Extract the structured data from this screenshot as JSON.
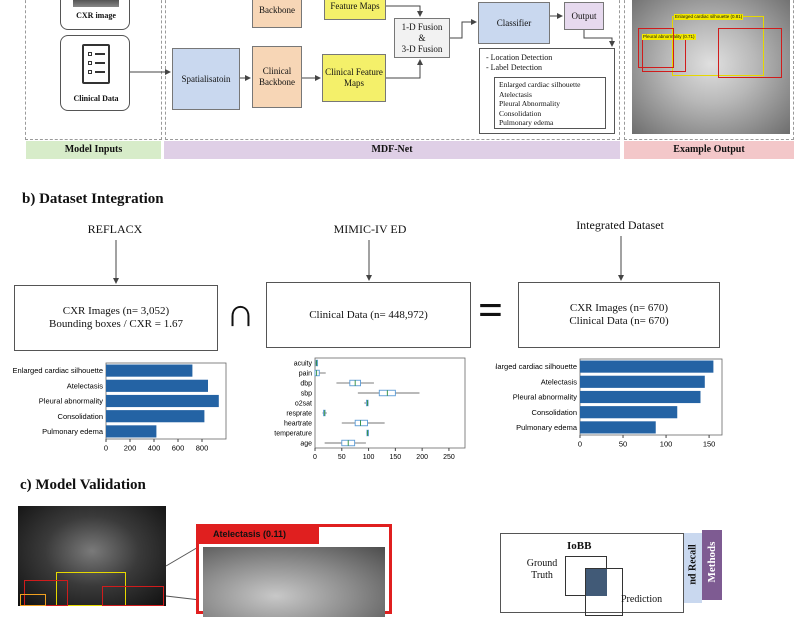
{
  "panel_a": {
    "cxr_image_label": "CXR image",
    "clinical_data_label": "Clinical Data",
    "backbone_top": "Backbone",
    "feature_maps_top": "Feature Maps",
    "spatialisation": "Spatialisatoin",
    "clinical_backbone": "Clinical Backbone",
    "clinical_feature_maps": "Clinical Feature Maps",
    "fusion_1d": "1-D Fusion",
    "fusion_and": "&",
    "fusion_3d": "3-D Fusion",
    "classifier": "Classifier",
    "output": "Output",
    "tasks": [
      "- Location Detection",
      "- Label Detection"
    ],
    "labels": [
      "Enlarged cardiac silhouette",
      "Atelectasis",
      "Pleural Abnormality",
      "Consolidation",
      "Pulmonary edema"
    ],
    "band_inputs": "Model Inputs",
    "band_mdf": "MDF-Net",
    "band_output": "Example Output",
    "example_box_labels": [
      "Enlarged cardiac silhouette (0.81)",
      "Pleural abnormality (0.71)"
    ]
  },
  "panel_b": {
    "title": "b) Dataset Integration",
    "reflacx_label": "REFLACX",
    "mimic_label": "MIMIC-IV ED",
    "integrated_label": "Integrated Dataset",
    "reflacx_box": [
      "CXR Images (n= 3,052)",
      "Bounding boxes / CXR = 1.67"
    ],
    "mimic_box": "Clinical Data (n= 448,972)",
    "integrated_box": [
      "CXR Images (n= 670)",
      "Clinical Data (n= 670)"
    ],
    "intersect_symbol": "∩",
    "equals_symbol": "="
  },
  "panel_c": {
    "title": "c) Model Validation",
    "zoom_label": "Atelectasis (0.11)",
    "iobb_title": "IoBB",
    "ground_truth": [
      "Ground",
      "Truth"
    ],
    "prediction": "Prediction",
    "side_recall": "nd Recall",
    "side_methods": "Methods"
  },
  "chart_data": [
    {
      "type": "bar",
      "orientation": "horizontal",
      "categories": [
        "Enlarged cardiac silhouette",
        "Atelectasis",
        "Pleural abnormality",
        "Consolidation",
        "Pulmonary edema"
      ],
      "values": [
        720,
        850,
        940,
        820,
        420
      ],
      "xticks": [
        "0",
        "200",
        "400",
        "600",
        "800"
      ],
      "xlim": [
        0,
        1000
      ],
      "color": "#2463a4"
    },
    {
      "type": "boxplot",
      "orientation": "horizontal",
      "categories": [
        "acuity",
        "pain",
        "dbp",
        "sbp",
        "o2sat",
        "resprate",
        "heartrate",
        "temperature",
        "age"
      ],
      "boxes": [
        {
          "q1": 2,
          "med": 3,
          "q3": 3,
          "wl": 1,
          "wh": 5
        },
        {
          "q1": 0,
          "med": 3,
          "q3": 8,
          "wl": 0,
          "wh": 20
        },
        {
          "q1": 65,
          "med": 75,
          "q3": 85,
          "wl": 40,
          "wh": 110
        },
        {
          "q1": 120,
          "med": 135,
          "q3": 150,
          "wl": 80,
          "wh": 195
        },
        {
          "q1": 96,
          "med": 98,
          "q3": 99,
          "wl": 92,
          "wh": 100
        },
        {
          "q1": 16,
          "med": 18,
          "q3": 18,
          "wl": 14,
          "wh": 22
        },
        {
          "q1": 75,
          "med": 85,
          "q3": 98,
          "wl": 50,
          "wh": 130
        },
        {
          "q1": 97,
          "med": 98,
          "q3": 99,
          "wl": 96,
          "wh": 100
        },
        {
          "q1": 50,
          "med": 62,
          "q3": 74,
          "wl": 18,
          "wh": 95
        }
      ],
      "xticks": [
        "0",
        "50",
        "100",
        "150",
        "200",
        "250"
      ],
      "xlim": [
        0,
        280
      ],
      "color": "#5b9bd5"
    },
    {
      "type": "bar",
      "orientation": "horizontal",
      "categories": [
        "Enlarged cardiac silhouette",
        "Atelectasis",
        "Pleural abnormality",
        "Consolidation",
        "Pulmonary edema"
      ],
      "values": [
        155,
        145,
        140,
        113,
        88
      ],
      "xticks": [
        "0",
        "50",
        "100",
        "150"
      ],
      "xlim": [
        0,
        165
      ],
      "color": "#2463a4"
    }
  ]
}
